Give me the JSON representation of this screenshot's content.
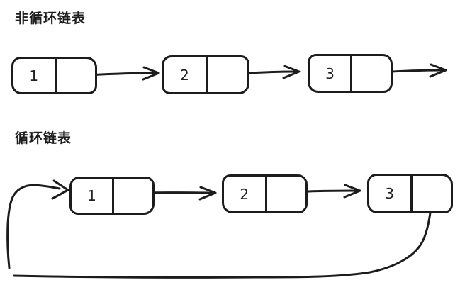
{
  "colors": {
    "ink": "#1c1c1c",
    "background": "#ffffff"
  },
  "sections": [
    {
      "label": "非循环链表",
      "list_type": "singly-linked non-circular",
      "nodes": [
        "1",
        "2",
        "3"
      ],
      "tail_points_to": "none"
    },
    {
      "label": "循环链表",
      "list_type": "singly-linked circular",
      "nodes": [
        "1",
        "2",
        "3"
      ],
      "tail_points_to": "head"
    }
  ]
}
